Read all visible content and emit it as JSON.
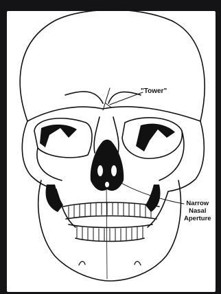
{
  "diagram": {
    "labels": {
      "tower": "\"Tower\"",
      "nasal_line1": "Narrow",
      "nasal_line2": "Nasal",
      "nasal_line3": "Aperture"
    }
  },
  "colors": {
    "background": "#141416",
    "panel": "#ffffff",
    "ink": "#111111"
  }
}
